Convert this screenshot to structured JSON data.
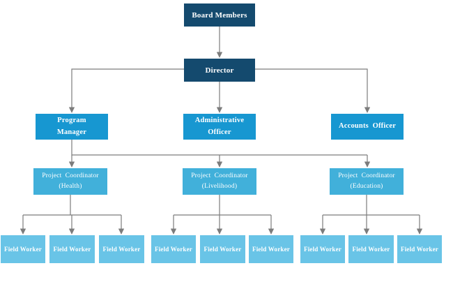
{
  "palette": {
    "tier1_fill": "#144a6e",
    "tier2_fill": "#1797d1",
    "tier3_fill": "#41b0da",
    "tier4_fill": "#69c4e7",
    "connector": "#7c7c7c",
    "text": "#ffffff",
    "background": "#ffffff"
  },
  "org": {
    "board": "Board Members",
    "director": "Director",
    "program_manager": "Program\nManager",
    "administrative_officer": "Administrative\nOfficer",
    "accounts_officer": "Accounts  Officer",
    "coordinators": {
      "health": "Project  Coordinator\n(Health)",
      "livelihood": "Project  Coordinator\n(Livelihood)",
      "education": "Project  Coordinator\n(Education)"
    },
    "field_workers": [
      "Field Worker",
      "Field Worker",
      "Field Worker",
      "Field Worker",
      "Field Worker",
      "Field Worker",
      "Field Worker",
      "Field Worker",
      "Field Worker"
    ]
  }
}
